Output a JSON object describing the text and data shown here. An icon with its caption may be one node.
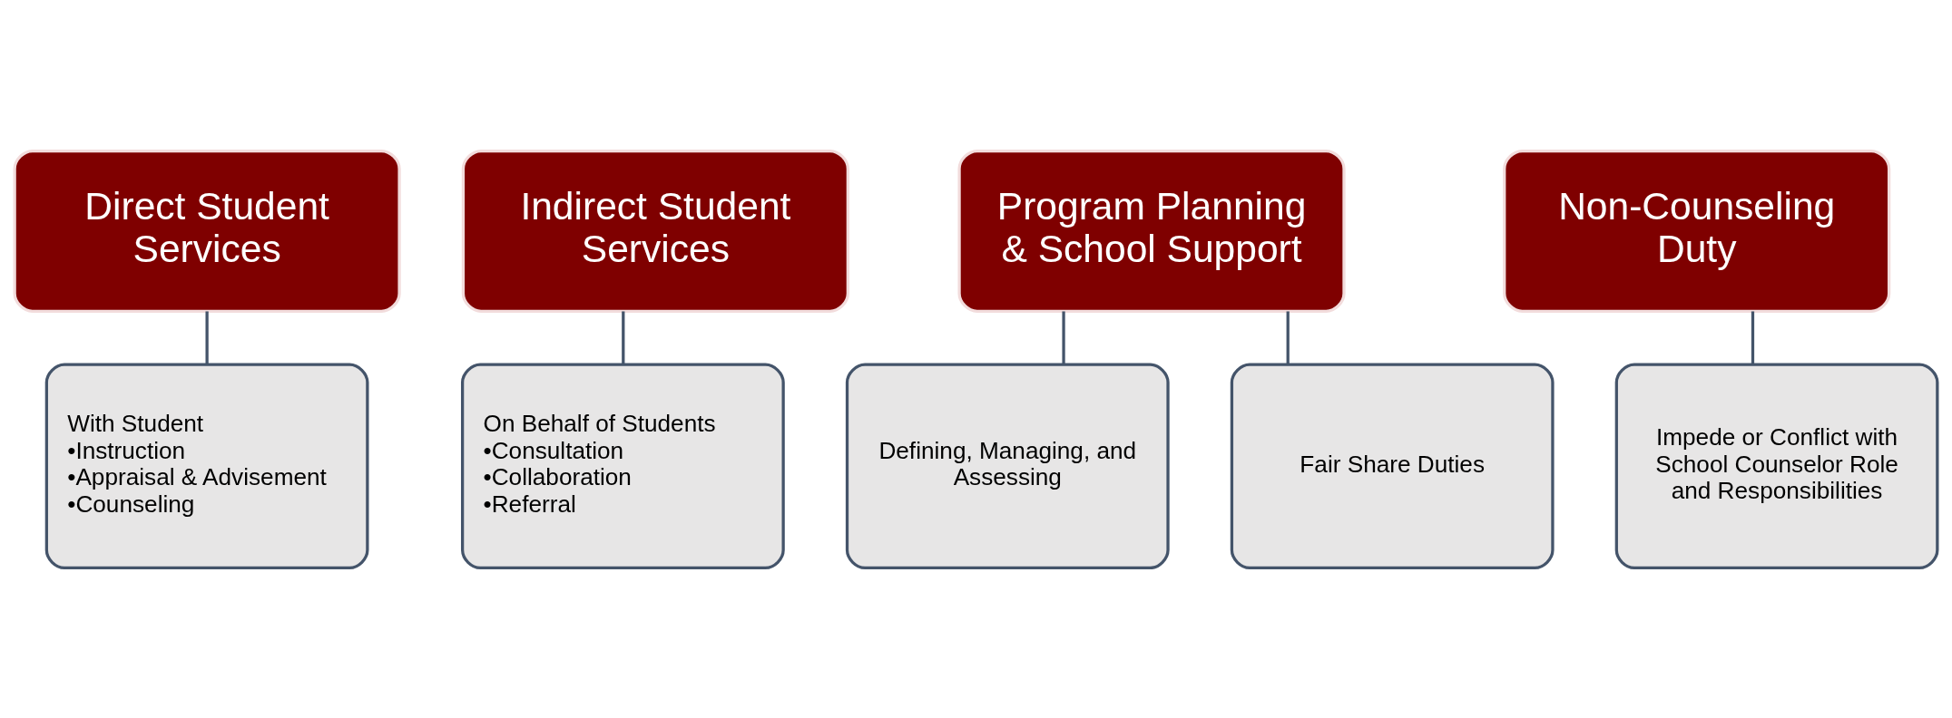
{
  "diagram": {
    "nodes": [
      {
        "text": [
          "Direct Student Services"
        ]
      },
      {
        "text": [
          "With Student",
          "•Instruction",
          "•Appraisal & Advisement",
          "•Counseling"
        ]
      },
      {
        "text": [
          "Indirect Student Services"
        ]
      },
      {
        "text": [
          "On Behalf of Students",
          "•Consultation",
          "•Collaboration",
          "•Referral"
        ]
      },
      {
        "text": [
          "Program Planning & School Support"
        ]
      },
      {
        "text": [
          "Defining, Managing, and Assessing"
        ]
      },
      {
        "text": [
          "Fair Share Duties"
        ]
      },
      {
        "text": [
          "Non-Counseling Duty"
        ]
      },
      {
        "text": [
          "Impede or Conflict with School Counselor Role and Responsibilities"
        ]
      }
    ],
    "edges": [
      {
        "from": 0,
        "to": 1,
        "arrow": "none"
      },
      {
        "from": 2,
        "to": 3,
        "arrow": "none"
      },
      {
        "from": 4,
        "to": 5,
        "arrow": "none"
      },
      {
        "from": 4,
        "to": 6,
        "arrow": "none"
      },
      {
        "from": 7,
        "to": 8,
        "arrow": "none"
      }
    ]
  }
}
